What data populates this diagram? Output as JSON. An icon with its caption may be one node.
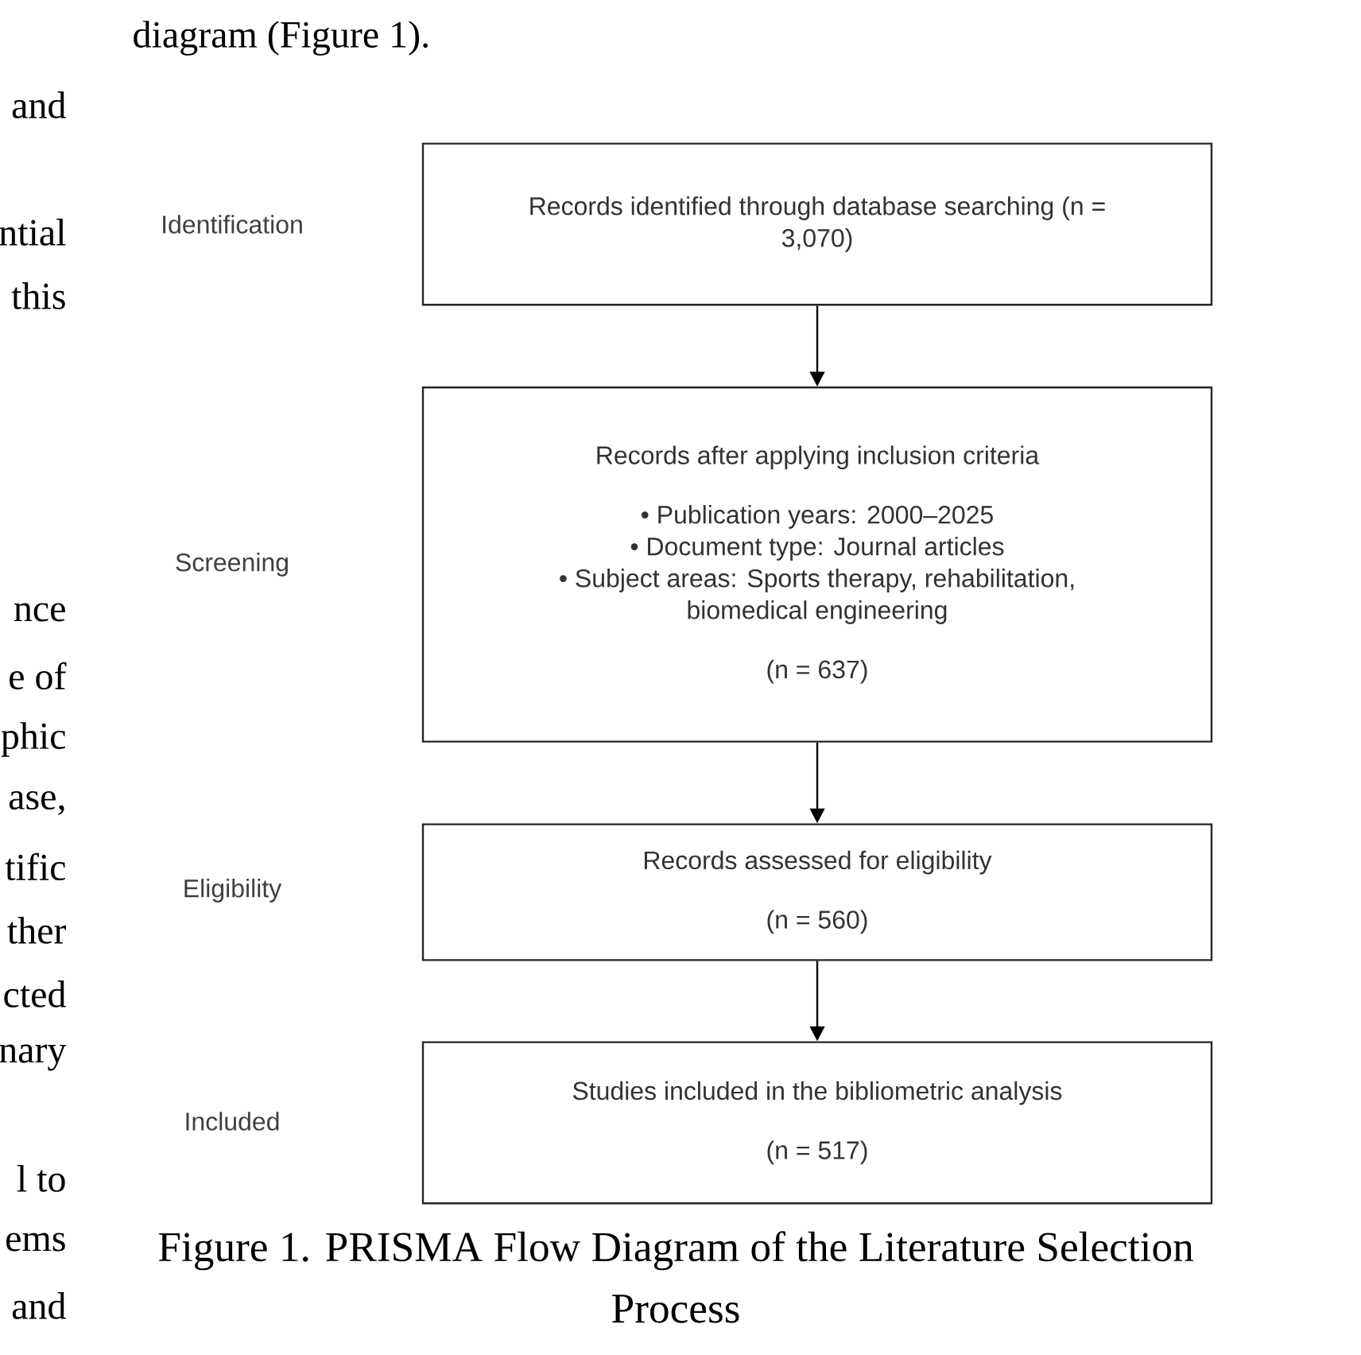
{
  "diagram": {
    "caption": "Figure 1. PRISMA Flow Diagram of the Literature Selection Process",
    "nodes": [
      {
        "text": [
          "Records identified through database searching (n = 3,070)"
        ]
      },
      {
        "text": [
          "Records after applying inclusion criteria",
          "• Publication years: 2000–2025",
          "• Document type: Journal articles",
          "• Subject areas: Sports therapy, rehabilitation, biomedical engineering",
          "(n = 637)"
        ]
      },
      {
        "text": [
          "Records assessed for eligibility",
          "(n = 560)"
        ]
      },
      {
        "text": [
          "Studies included in the bibliometric analysis",
          "(n = 517)"
        ]
      }
    ],
    "edges": [
      {
        "from": 0,
        "to": 1,
        "arrow": "to"
      },
      {
        "from": 1,
        "to": 2,
        "arrow": "to"
      },
      {
        "from": 2,
        "to": 3,
        "arrow": "to"
      }
    ],
    "labels": [
      "diagram (Figure 1).",
      "and",
      "ntial",
      "Identification",
      "this",
      "Screening",
      "nce",
      "e of",
      "phic",
      "ase,",
      "tific",
      "Eligibility",
      "ther",
      "cted",
      "nary",
      "Included",
      "l to",
      "ems",
      "and"
    ]
  }
}
